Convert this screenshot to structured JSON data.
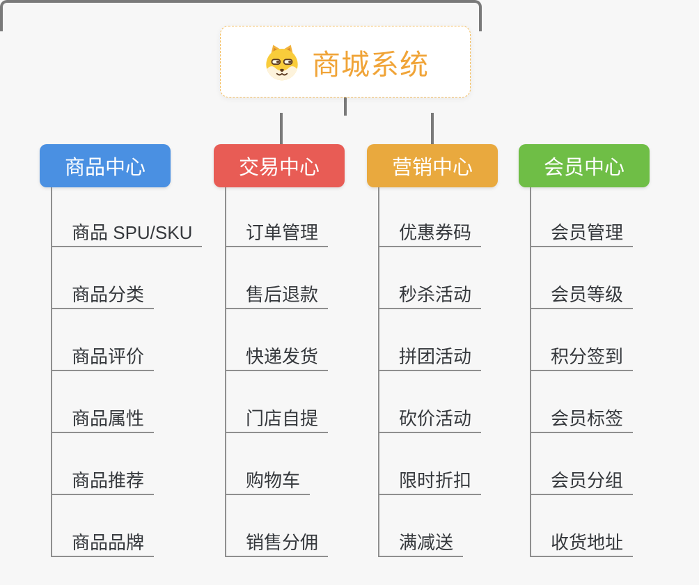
{
  "page": {
    "background_color": "#f7f7f7"
  },
  "root": {
    "title": "商城系统",
    "icon": "shiba-dog-icon",
    "text_color": "#f0a438",
    "border_color": "#f4bd5e"
  },
  "connector_color": "#7a7a7a",
  "branches": [
    {
      "label": "商品中心",
      "color": "#4a90e2",
      "items": [
        "商品 SPU/SKU",
        "商品分类",
        "商品评价",
        "商品属性",
        "商品推荐",
        "商品品牌"
      ]
    },
    {
      "label": "交易中心",
      "color": "#e85c55",
      "items": [
        "订单管理",
        "售后退款",
        "快递发货",
        "门店自提",
        "购物车",
        "销售分佣"
      ]
    },
    {
      "label": "营销中心",
      "color": "#e9a93e",
      "items": [
        "优惠券码",
        "秒杀活动",
        "拼团活动",
        "砍价活动",
        "限时折扣",
        "满减送"
      ]
    },
    {
      "label": "会员中心",
      "color": "#6fbe46",
      "items": [
        "会员管理",
        "会员等级",
        "积分签到",
        "会员标签",
        "会员分组",
        "收货地址"
      ]
    }
  ]
}
